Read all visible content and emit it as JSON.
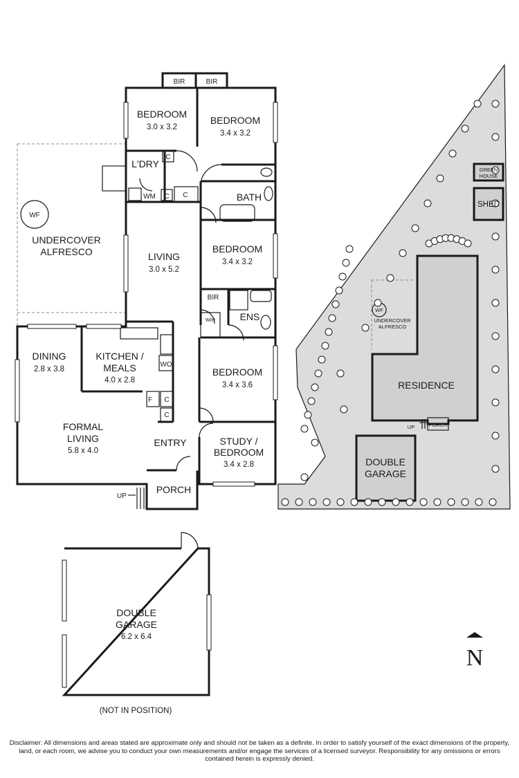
{
  "floorplan": {
    "rooms": {
      "bir_left": "BIR",
      "bir_right": "BIR",
      "bedroom1": {
        "name": "BEDROOM",
        "dim": "3.0 x 3.2"
      },
      "bedroom2": {
        "name": "BEDROOM",
        "dim": "3.4 x 3.2"
      },
      "laundry": "L'DRY",
      "bath": "BATH",
      "living": {
        "name": "LIVING",
        "dim": "3.0 x 5.2"
      },
      "bedroom3": {
        "name": "BEDROOM",
        "dim": "3.4 x 3.2"
      },
      "bir_ens": "BIR",
      "wir": "WIR",
      "ens": "ENS",
      "alfresco": {
        "line1": "UNDERCOVER",
        "line2": "ALFRESCO"
      },
      "wf": "WF",
      "dining": {
        "name": "DINING",
        "dim": "2.8 x 3.8"
      },
      "kitchen": {
        "line1": "KITCHEN /",
        "line2": "MEALS",
        "dim": "4.0 x 2.8"
      },
      "wo": "WO",
      "bedroom4": {
        "name": "BEDROOM",
        "dim": "3.4 x 3.6"
      },
      "formal_living": {
        "line1": "FORMAL",
        "line2": "LIVING",
        "dim": "5.8 x 4.0"
      },
      "entry": "ENTRY",
      "study": {
        "line1": "STUDY /",
        "line2": "BEDROOM",
        "dim": "3.4 x 2.8"
      },
      "porch": "PORCH",
      "up": "UP",
      "wm": "WM",
      "c": "C",
      "f": "F"
    },
    "garage": {
      "line1": "DOUBLE",
      "line2": "GARAGE",
      "dim": "6.2 x 6.4",
      "note": "(NOT IN POSITION)"
    }
  },
  "siteplan": {
    "green_house": {
      "line1": "GREEN",
      "line2": "HOUSE"
    },
    "shed": "SHED",
    "wf": "WF",
    "alfresco": {
      "line1": "UNDERCOVER",
      "line2": "ALFRESCO"
    },
    "residence": "RESIDENCE",
    "porch": "PORCH",
    "up": "UP",
    "garage": {
      "line1": "DOUBLE",
      "line2": "GARAGE"
    }
  },
  "compass": "N",
  "disclaimer": "Disclaimer: All dimensions and areas stated are approximate only and should not be taken as a definite. In order to satisfy yourself of the exact dimensions of the property, land, or each room, we advise you to conduct your own measurements and/or engage the services of a licensed surveyor. Responsibility for any omissions or errors contained herein is expressly denied."
}
